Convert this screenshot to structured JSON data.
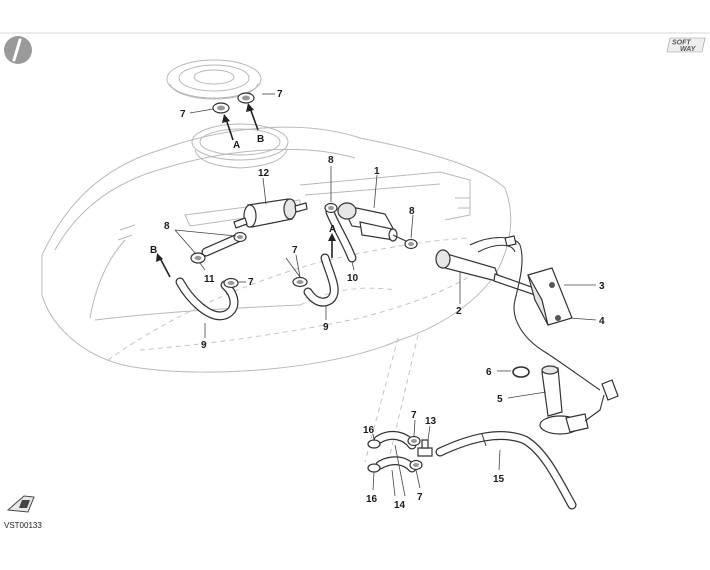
{
  "logo": {
    "line1": "SOFT",
    "line2": "WAY"
  },
  "drawing_code": "VST00133",
  "arrow_labels": {
    "a_top": "A",
    "b_top": "B",
    "a_hose": "A",
    "b_hose": "B"
  },
  "callouts": {
    "c1": "1",
    "c2": "2",
    "c3": "3",
    "c4": "4",
    "c5": "5",
    "c6": "6",
    "c7a": "7",
    "c7b": "7",
    "c7c": "7",
    "c7d": "7",
    "c7e": "7",
    "c7f": "7",
    "c8a": "8",
    "c8b": "8",
    "c8c": "8",
    "c9a": "9",
    "c9b": "9",
    "c10": "10",
    "c11": "11",
    "c12": "12",
    "c13": "13",
    "c14": "14",
    "c15": "15",
    "c16a": "16",
    "c16b": "16"
  }
}
